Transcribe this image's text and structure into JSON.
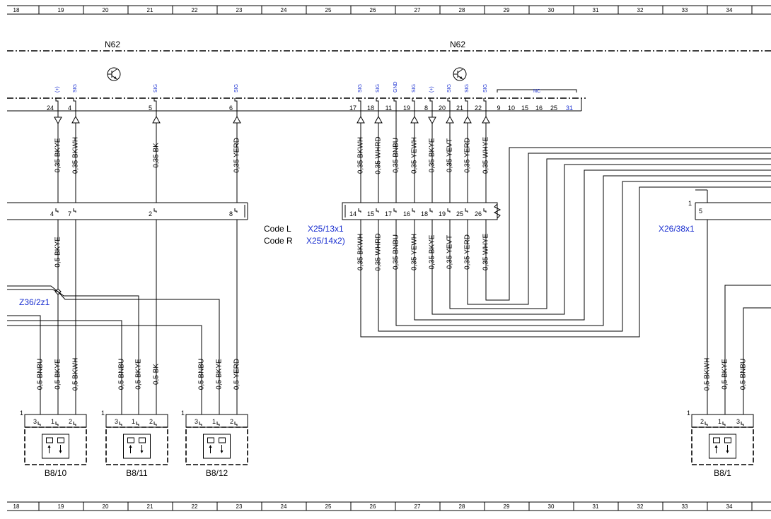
{
  "column_numbers": [
    "18",
    "19",
    "20",
    "21",
    "22",
    "23",
    "24",
    "25",
    "26",
    "27",
    "28",
    "29",
    "30",
    "31",
    "32",
    "33",
    "34"
  ],
  "modules": {
    "left_name": "N62",
    "right_name": "N62"
  },
  "top_pins_left": [
    {
      "num": "24",
      "sig": "(+)",
      "dir": "down",
      "wire": "0,35 BKYE"
    },
    {
      "num": "4",
      "sig": "SIG",
      "dir": "up",
      "wire": "0,35 BKWH"
    },
    {
      "num": "5",
      "sig": "SIG",
      "dir": "up",
      "wire": "0,35 BK"
    },
    {
      "num": "6",
      "sig": "SIG",
      "dir": "up",
      "wire": "0,35 YERD"
    }
  ],
  "top_pins_right": [
    {
      "num": "17",
      "sig": "SIG",
      "dir": "up",
      "wire": "0,35 BKWH"
    },
    {
      "num": "18",
      "sig": "SIG",
      "dir": "up",
      "wire": "0,35 WHRD"
    },
    {
      "num": "11",
      "sig": "GND",
      "dir": "none",
      "wire": "0,35 BNBU"
    },
    {
      "num": "19",
      "sig": "SIG",
      "dir": "up",
      "wire": "0,35 YEWH"
    },
    {
      "num": "8",
      "sig": "(+)",
      "dir": "down",
      "wire": "0,35 BKYE"
    },
    {
      "num": "20",
      "sig": "SIG",
      "dir": "up",
      "wire": "0,35 YEVT"
    },
    {
      "num": "21",
      "sig": "SIG",
      "dir": "up",
      "wire": "0,35 YERD"
    },
    {
      "num": "22",
      "sig": "SIG",
      "dir": "up",
      "wire": "0,35 WHYE"
    }
  ],
  "nc_label": "NC",
  "nc_pins": [
    "9",
    "10",
    "15",
    "16",
    "25",
    "31"
  ],
  "left_connector_pins": [
    "4",
    "7",
    "2",
    "8"
  ],
  "right_connector_pins": [
    "14",
    "15",
    "17",
    "16",
    "18",
    "19",
    "25",
    "26"
  ],
  "code_l": "Code L",
  "code_r": "Code R",
  "conn_l": "X25/13x1",
  "conn_r": "X25/14x2)",
  "x26": {
    "name": "X26/38x1",
    "index": "1",
    "pin": "5"
  },
  "z36": "Z36/2z1",
  "lower_wire_bkye": "0,5 BKYE",
  "lower_wires_right": [
    "0,35 BKWH",
    "0,35 WHRD",
    "0,35 BNBU",
    "0,35 YEWH",
    "0,35 BKYE",
    "0,35 YEVT",
    "0,35 YERD",
    "0,35 WHYE"
  ],
  "sensors": [
    {
      "name": "B8/10",
      "index": "1",
      "pins": [
        "3",
        "1",
        "2"
      ],
      "wires": [
        "0,5 BNBU",
        "0,5 BKYE",
        "0,5 BKWH"
      ]
    },
    {
      "name": "B8/11",
      "index": "1",
      "pins": [
        "3",
        "1",
        "2"
      ],
      "wires": [
        "0,5 BNBU",
        "0,5 BKYE",
        "0,5 BK"
      ]
    },
    {
      "name": "B8/12",
      "index": "1",
      "pins": [
        "3",
        "1",
        "2"
      ],
      "wires": [
        "0,5 BNBU",
        "0,5 BKYE",
        "0,5 YERD"
      ]
    },
    {
      "name": "B8/1",
      "index": "1",
      "pins": [
        "2",
        "1",
        "3"
      ],
      "wires": [
        "0,5 BKWH",
        "0,5 BKYE",
        "0,5 BNBU"
      ]
    }
  ]
}
